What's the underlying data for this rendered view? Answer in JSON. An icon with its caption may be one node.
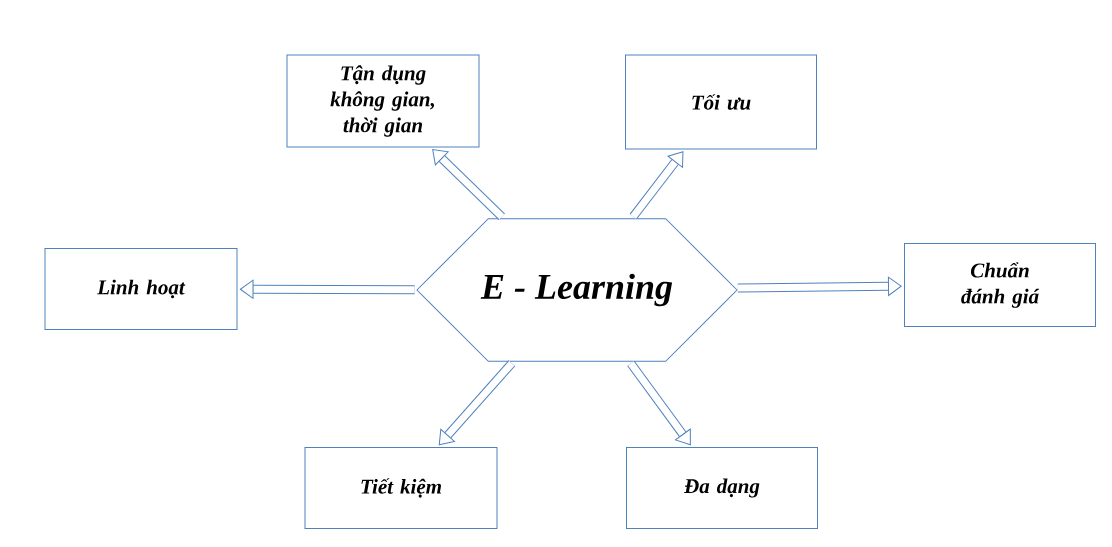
{
  "diagram": {
    "nodes": [
      {
        "text": [
          "E - Learning"
        ]
      },
      {
        "text": [
          "Tận dụng không gian, thời gian"
        ]
      },
      {
        "text": [
          "Tối ưu"
        ]
      },
      {
        "text": [
          "Linh hoạt"
        ]
      },
      {
        "text": [
          "Chuẩn đánh giá"
        ]
      },
      {
        "text": [
          "Tiết kiệm"
        ]
      },
      {
        "text": [
          "Đa dạng"
        ]
      }
    ],
    "edges": [
      {
        "from": 0,
        "to": 1,
        "arrow": "to"
      },
      {
        "from": 0,
        "to": 2,
        "arrow": "to"
      },
      {
        "from": 0,
        "to": 3,
        "arrow": "to"
      },
      {
        "from": 0,
        "to": 4,
        "arrow": "to"
      },
      {
        "from": 0,
        "to": 5,
        "arrow": "to"
      },
      {
        "from": 0,
        "to": 6,
        "arrow": "to"
      }
    ]
  }
}
